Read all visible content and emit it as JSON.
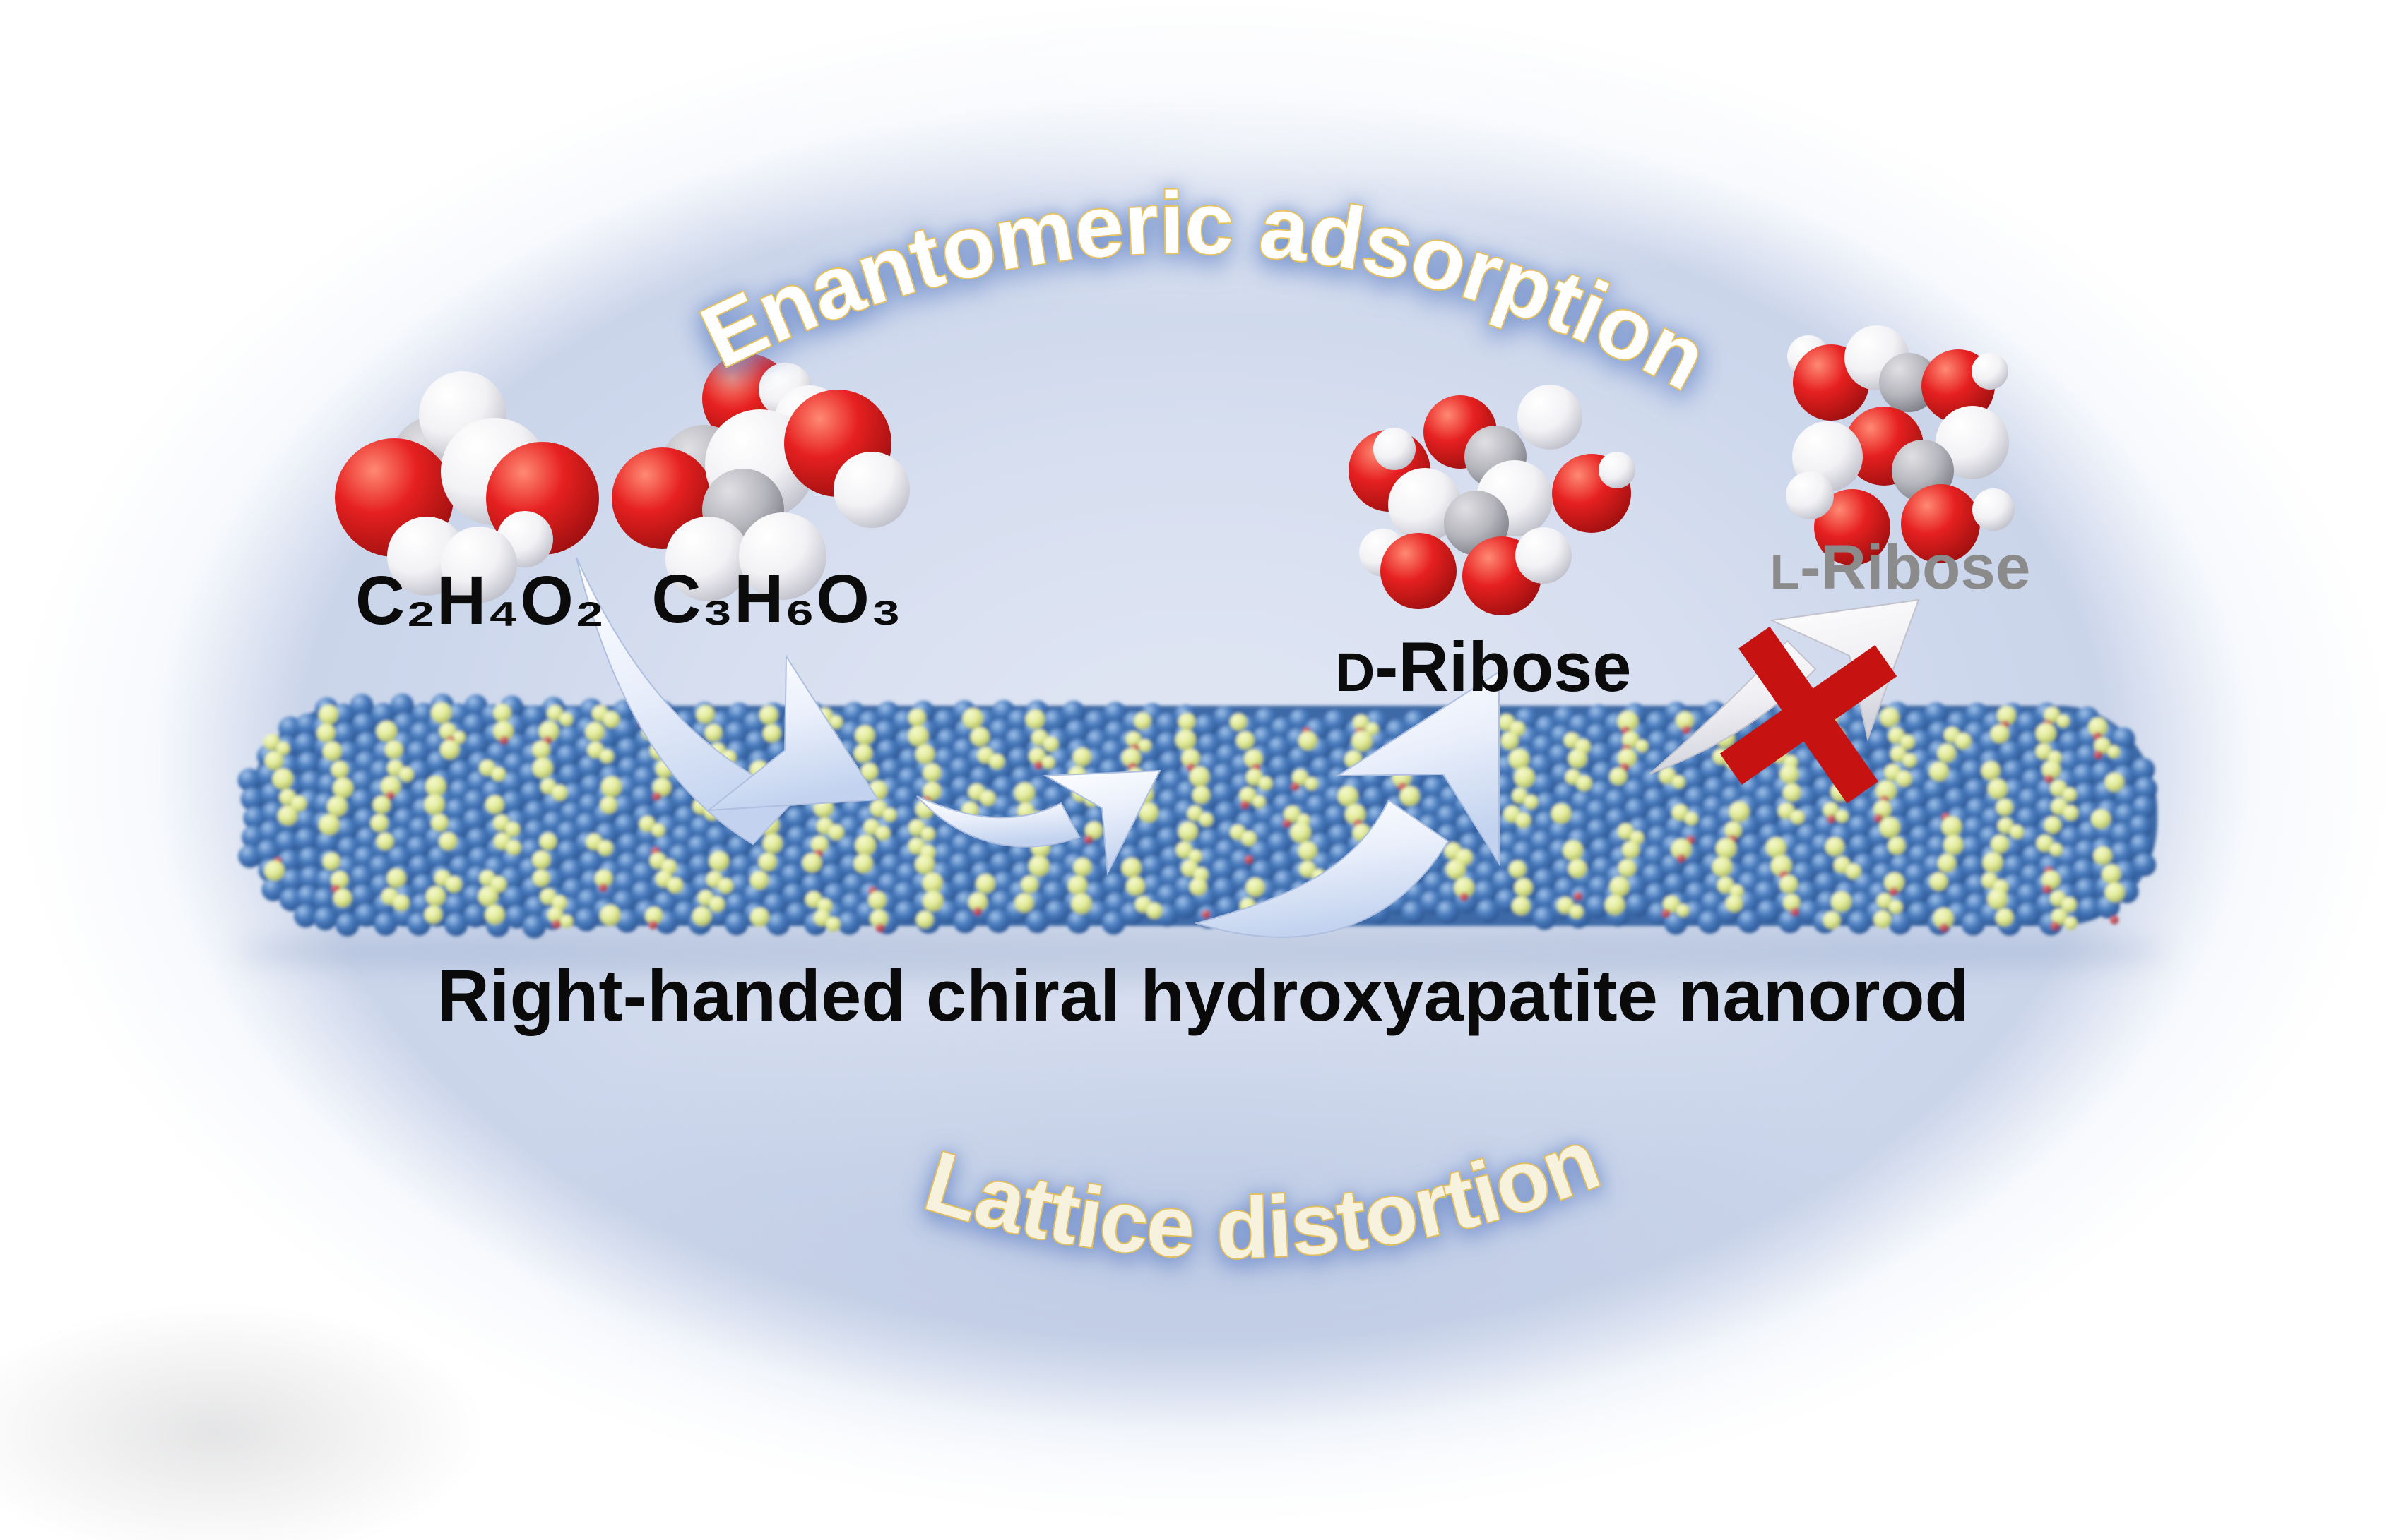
{
  "banners": {
    "top": "Enantomeric adsorption",
    "bottom": "Lattice distortion"
  },
  "caption": "Right-handed chiral hydroxyapatite nanorod",
  "reactants": {
    "left_formula": "C₂H₄O₂",
    "right_formula": "C₃H₆O₃"
  },
  "products": {
    "d_ribose": {
      "prefix": "D",
      "suffix": "-Ribose"
    },
    "l_ribose": {
      "prefix": "L",
      "suffix": "-Ribose"
    }
  },
  "colors": {
    "background": "#ffffff",
    "ellipse_blue": "#d3dcee",
    "banner_top_fill": "#ffffff",
    "banner_bottom_fill": "#f7f2de",
    "banner_outline_gold": "#e5c15e",
    "banner_glow_blue": "#9db7e2",
    "label_black": "#0b0b0b",
    "l_ribose_gray": "#8b8b8b",
    "cross_red": "#c61312",
    "rod_blue": "#4a7cbe",
    "rod_stripe_yellow": "#e3ec9c",
    "rod_red_dot": "#c0444e",
    "atom_oxygen_red": "#e02020",
    "atom_hydrogen_white": "#f7f7f9",
    "atom_carbon_gray": "#b6b6bd",
    "arrow_light_blue": "#dbe6f8",
    "arrow_white": "#f3f3f7"
  }
}
